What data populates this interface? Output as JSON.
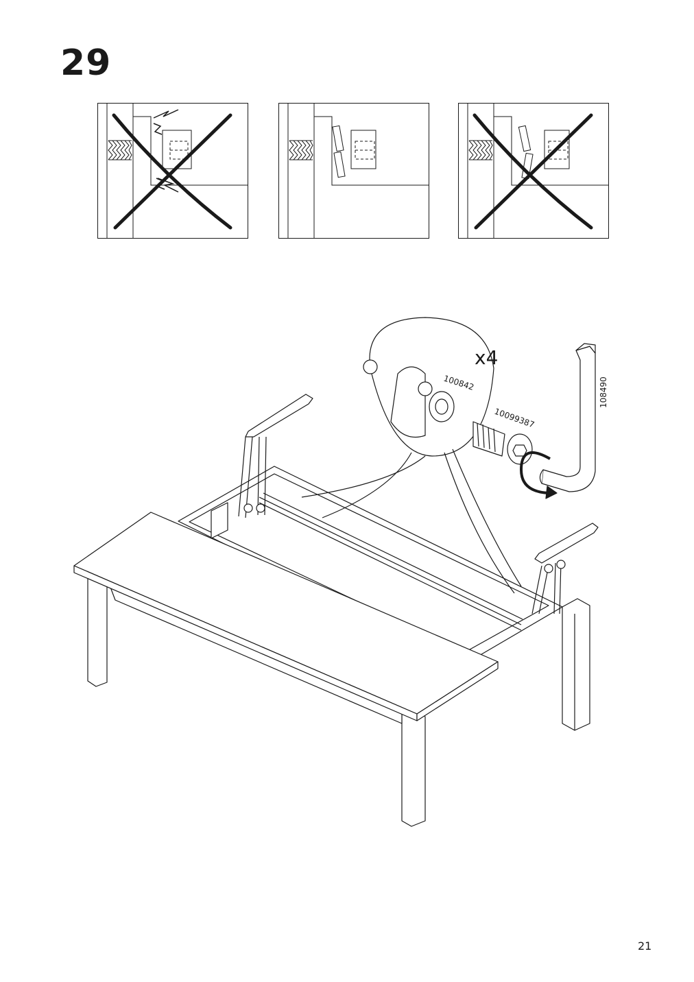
{
  "step": {
    "number": "29"
  },
  "panels": [
    {
      "state": "incorrect"
    },
    {
      "state": "correct"
    },
    {
      "state": "incorrect"
    }
  ],
  "illustration": {
    "quantity": "x4",
    "part_washer": "100842",
    "part_bolt": "10099387",
    "part_allen_key": "108490"
  },
  "page": {
    "number": "21"
  }
}
